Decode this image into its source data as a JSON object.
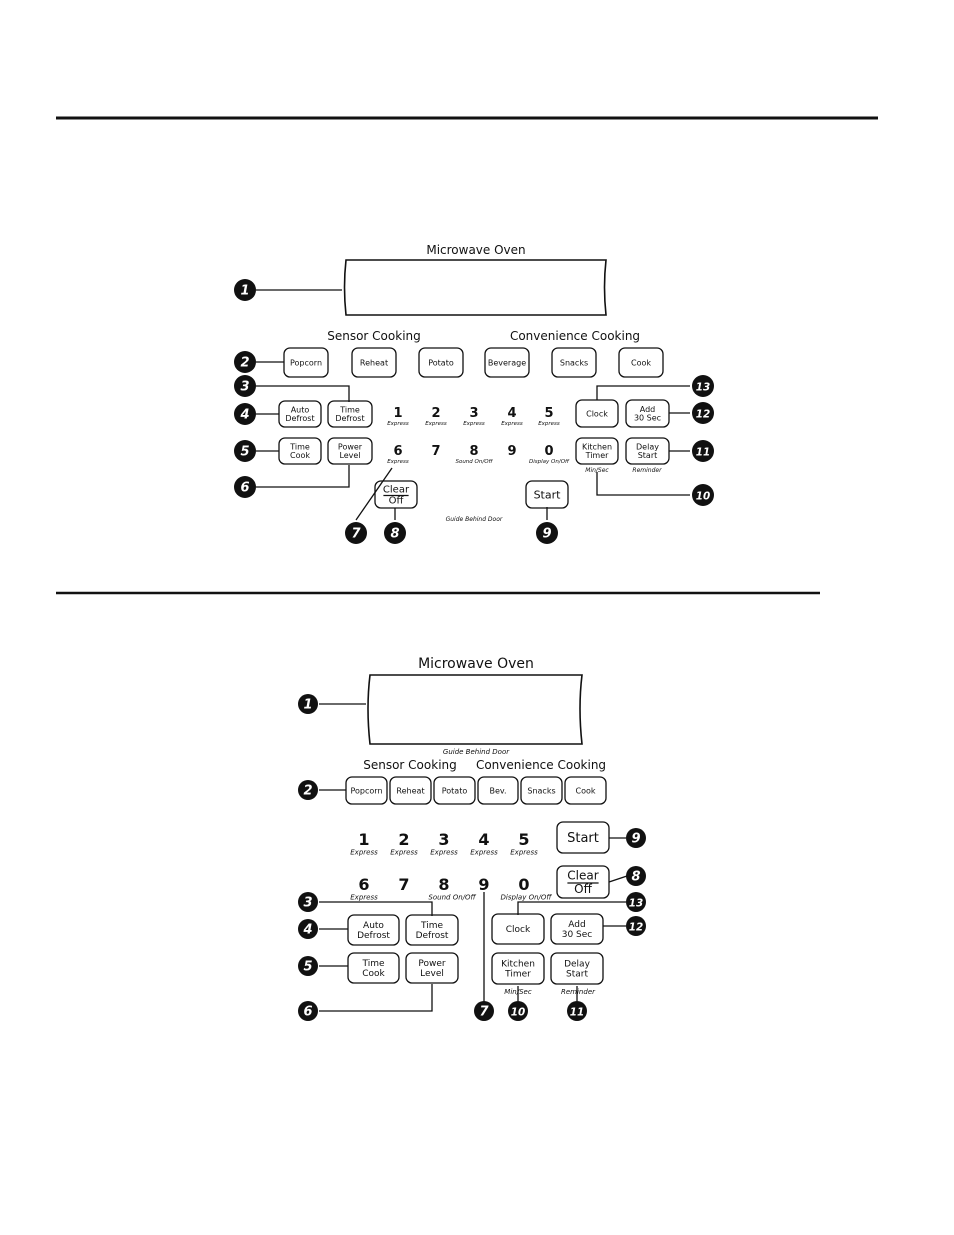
{
  "panel1": {
    "title": "Microwave Oven",
    "sensor_heading": "Sensor Cooking",
    "convenience_heading": "Convenience Cooking",
    "guide": "Guide Behind Door",
    "buttons": {
      "popcorn": [
        "Popcorn"
      ],
      "reheat": [
        "Reheat"
      ],
      "potato": [
        "Potato"
      ],
      "beverage": [
        "Beverage"
      ],
      "snacks": [
        "Snacks"
      ],
      "cook": [
        "Cook"
      ],
      "auto_defrost": [
        "Auto",
        "Defrost"
      ],
      "time_defrost": [
        "Time",
        "Defrost"
      ],
      "time_cook": [
        "Time",
        "Cook"
      ],
      "power_level": [
        "Power",
        "Level"
      ],
      "clock": [
        "Clock"
      ],
      "add30": [
        "Add",
        "30 Sec"
      ],
      "kitchen_timer": [
        "Kitchen",
        "Timer"
      ],
      "delay_start": [
        "Delay",
        "Start"
      ],
      "clear_off": [
        "Clear",
        "Off"
      ],
      "start": [
        "Start"
      ]
    },
    "under_labels": {
      "kitchen_timer": "Min/Sec",
      "delay_start": "Reminder"
    },
    "keypad": [
      {
        "digit": "1",
        "sub": "Express"
      },
      {
        "digit": "2",
        "sub": "Express"
      },
      {
        "digit": "3",
        "sub": "Express"
      },
      {
        "digit": "4",
        "sub": "Express"
      },
      {
        "digit": "5",
        "sub": "Express"
      },
      {
        "digit": "6",
        "sub": "Express"
      },
      {
        "digit": "7",
        "sub": ""
      },
      {
        "digit": "8",
        "sub": "Sound On/Off"
      },
      {
        "digit": "9",
        "sub": ""
      },
      {
        "digit": "0",
        "sub": "Display On/Off"
      }
    ],
    "callouts": [
      "1",
      "2",
      "3",
      "4",
      "5",
      "6",
      "7",
      "8",
      "9",
      "10",
      "11",
      "12",
      "13"
    ]
  },
  "panel2": {
    "title": "Microwave Oven",
    "sensor_heading": "Sensor Cooking",
    "convenience_heading": "Convenience Cooking",
    "guide": "Guide Behind Door",
    "buttons": {
      "popcorn": [
        "Popcorn"
      ],
      "reheat": [
        "Reheat"
      ],
      "potato": [
        "Potato"
      ],
      "bev": [
        "Bev."
      ],
      "snacks": [
        "Snacks"
      ],
      "cook": [
        "Cook"
      ],
      "start": [
        "Start"
      ],
      "clear_off": [
        "Clear",
        "Off"
      ],
      "auto_defrost": [
        "Auto",
        "Defrost"
      ],
      "time_defrost": [
        "Time",
        "Defrost"
      ],
      "time_cook": [
        "Time",
        "Cook"
      ],
      "power_level": [
        "Power",
        "Level"
      ],
      "clock": [
        "Clock"
      ],
      "add30": [
        "Add",
        "30 Sec"
      ],
      "kitchen_timer": [
        "Kitchen",
        "Timer"
      ],
      "delay_start": [
        "Delay",
        "Start"
      ]
    },
    "under_labels": {
      "kitchen_timer": "Min/Sec",
      "delay_start": "Reminder"
    },
    "keypad": [
      {
        "digit": "1",
        "sub": "Express"
      },
      {
        "digit": "2",
        "sub": "Express"
      },
      {
        "digit": "3",
        "sub": "Express"
      },
      {
        "digit": "4",
        "sub": "Express"
      },
      {
        "digit": "5",
        "sub": "Express"
      },
      {
        "digit": "6",
        "sub": "Express"
      },
      {
        "digit": "7",
        "sub": ""
      },
      {
        "digit": "8",
        "sub": "Sound On/Off"
      },
      {
        "digit": "9",
        "sub": ""
      },
      {
        "digit": "0",
        "sub": "Display On/Off"
      }
    ],
    "callouts": [
      "1",
      "2",
      "3",
      "4",
      "5",
      "6",
      "7",
      "8",
      "9",
      "10",
      "11",
      "12",
      "13"
    ]
  }
}
